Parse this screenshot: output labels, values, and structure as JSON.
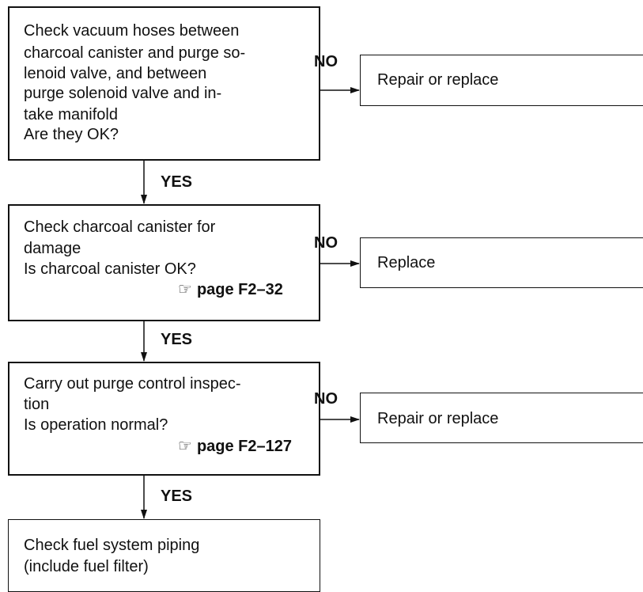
{
  "steps": [
    {
      "lines": [
        "Check vacuum hoses between",
        "charcoal canister and purge so-",
        "lenoid valve, and between",
        "purge solenoid valve and in-",
        "take manifold",
        "Are they OK?"
      ],
      "reference": "",
      "no_label": "NO",
      "no_action": "Repair or replace",
      "yes_label": "YES"
    },
    {
      "lines": [
        "Check charcoal canister for",
        "damage",
        "Is charcoal canister OK?"
      ],
      "reference": "page F2–32",
      "no_label": "NO",
      "no_action": "Replace",
      "yes_label": "YES"
    },
    {
      "lines": [
        "Carry out purge control inspec-",
        "tion",
        "Is operation normal?"
      ],
      "reference": "page F2–127",
      "no_label": "NO",
      "no_action": "Repair or replace",
      "yes_label": "YES"
    }
  ],
  "final_step": {
    "lines": [
      "Check fuel system piping",
      "(include fuel filter)"
    ]
  },
  "reference_icon": "pointing-hand-icon"
}
